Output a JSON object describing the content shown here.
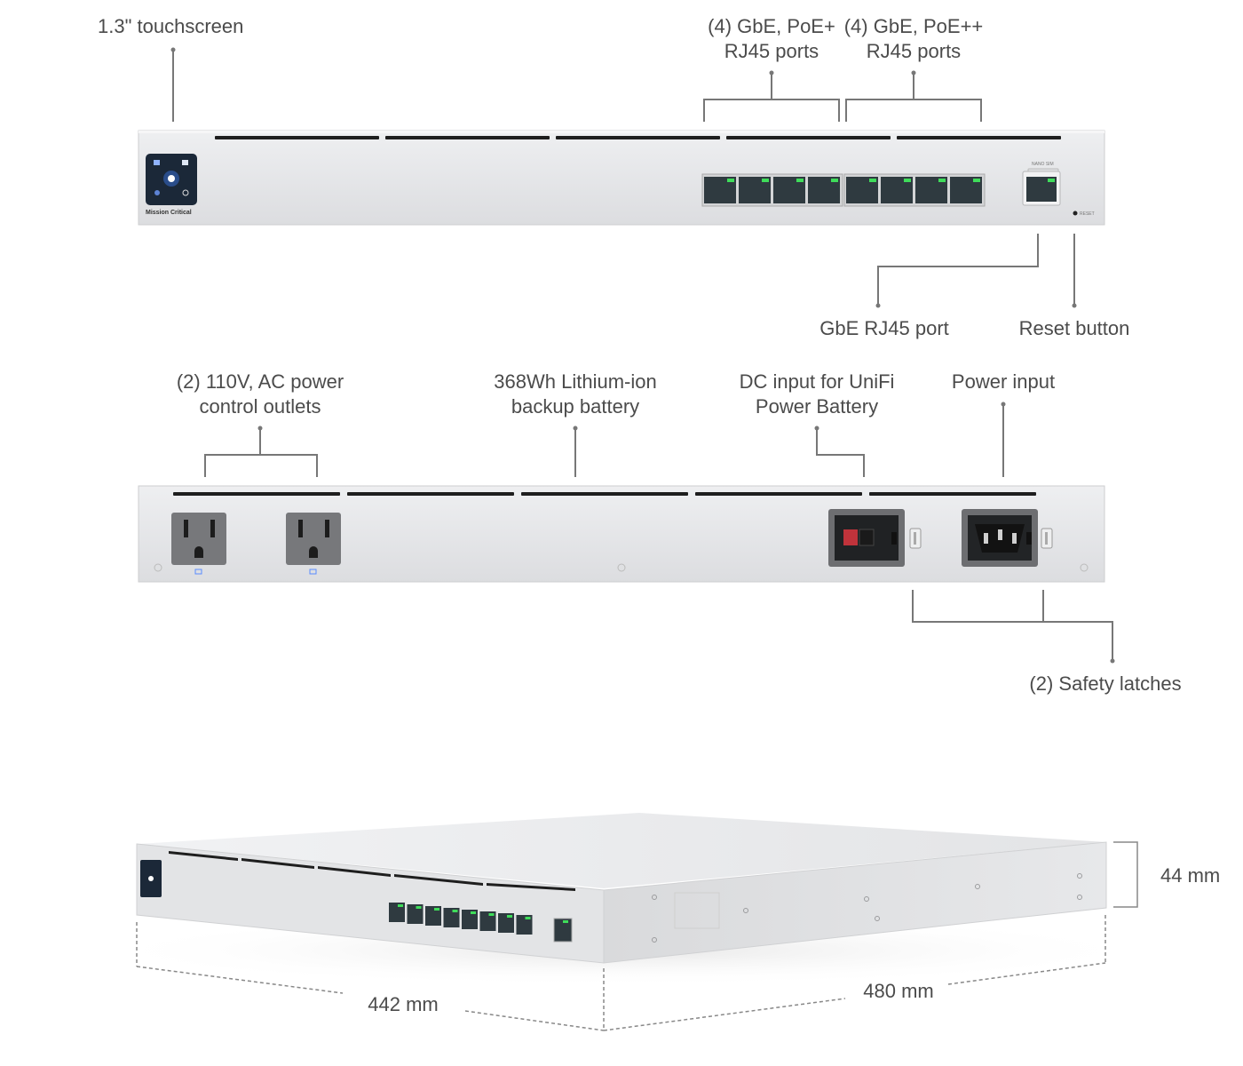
{
  "front_panel": {
    "touchscreen_label": "1.3\" touchscreen",
    "poe_plus_label": [
      "(4) GbE, PoE+",
      "RJ45 ports"
    ],
    "poe_plus_plus_label": [
      "(4) GbE, PoE++",
      "RJ45 ports"
    ],
    "gbe_port_label": "GbE RJ45 port",
    "reset_label": "Reset button",
    "branding": "Mission Critical",
    "sim_label": "NANO SIM",
    "reset_small": "RESET"
  },
  "rear_panel": {
    "outlets_label": [
      "(2) 110V, AC power",
      "control outlets"
    ],
    "battery_label": [
      "368Wh Lithium-ion",
      "backup battery"
    ],
    "dc_input_label": [
      "DC input for UniFi",
      "Power Battery"
    ],
    "power_input_label": "Power input",
    "latches_label": "(2) Safety latches"
  },
  "dimensions": {
    "height": "44 mm",
    "width": "442 mm",
    "depth": "480 mm"
  },
  "colors": {
    "line": "#777777",
    "chassis": "#e4e5e7",
    "chassis_edge": "#cfd0d2",
    "port_dark": "#2f3a40",
    "led_green": "#3fdc5a",
    "screen": "#1b2838"
  }
}
